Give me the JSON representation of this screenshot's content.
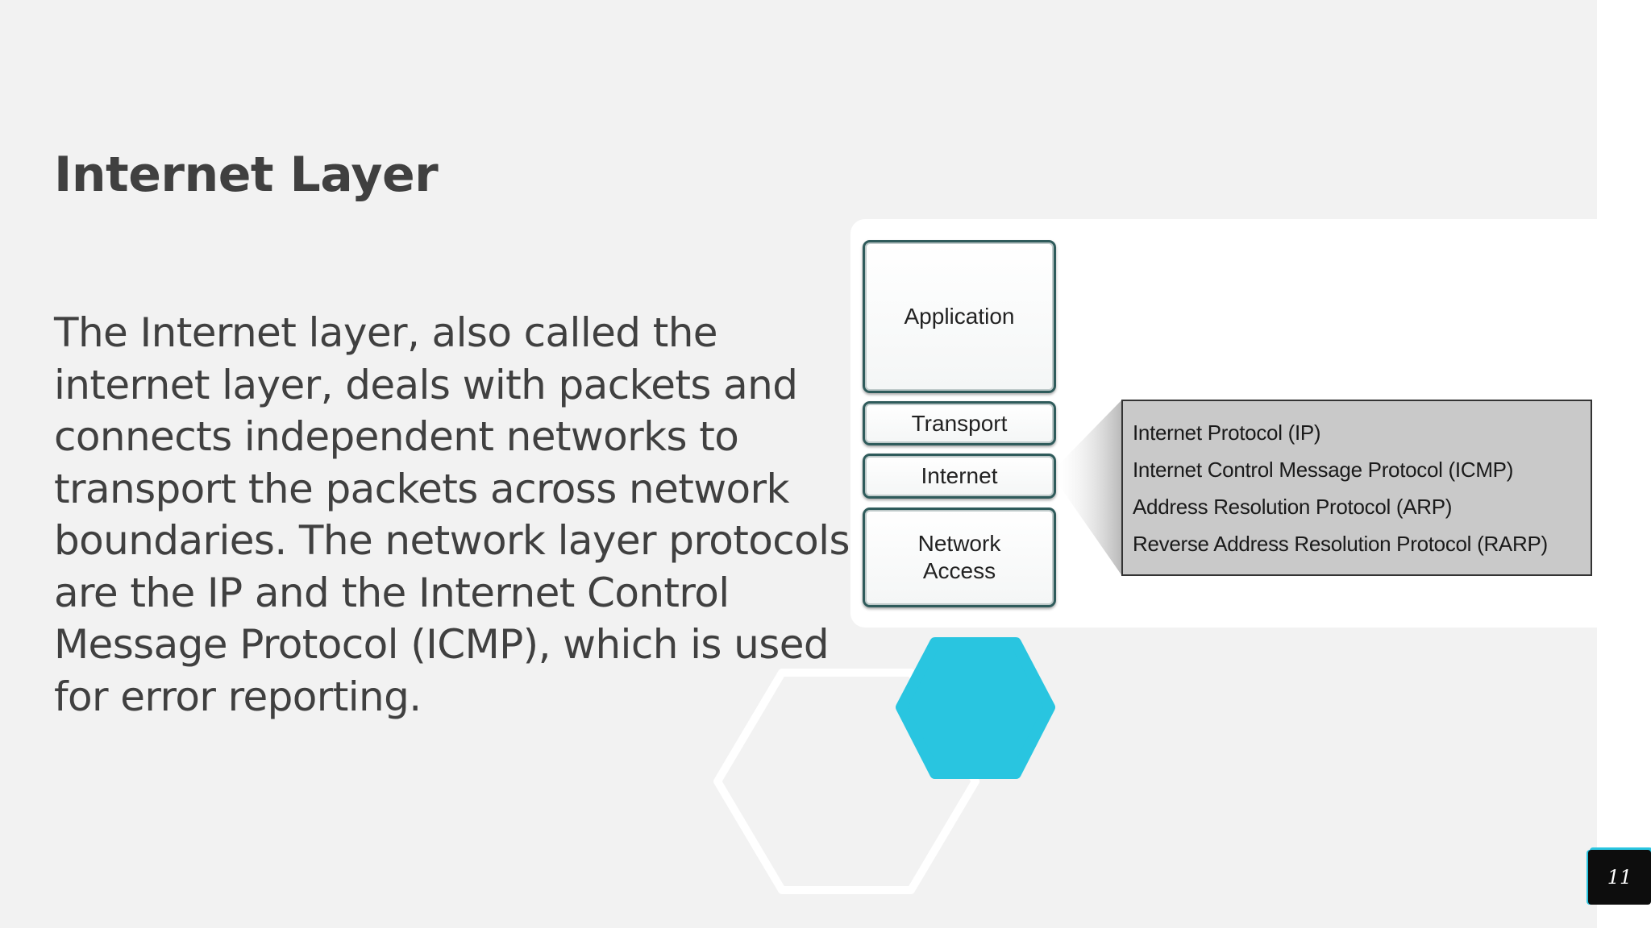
{
  "slide": {
    "title": "Internet Layer",
    "body": "The Internet layer, also called the internet layer, deals with packets and connects independent networks to transport the packets across network boundaries. The network layer protocols are the IP and the Internet Control Message Protocol (ICMP), which is used for error reporting.",
    "page_number": "11"
  },
  "diagram": {
    "layers": [
      {
        "label": "Application"
      },
      {
        "label": "Transport"
      },
      {
        "label": "Internet"
      },
      {
        "label": "Network Access"
      }
    ],
    "protocols": [
      "Internet Protocol (IP)",
      "Internet Control Message Protocol (ICMP)",
      "Address Resolution Protocol (ARP)",
      "Reverse Address Resolution Protocol (RARP)"
    ]
  },
  "colors": {
    "background": "#f2f2f2",
    "text": "#404040",
    "accent": "#29c5e0",
    "protocol_box": "#c9c9c9"
  }
}
